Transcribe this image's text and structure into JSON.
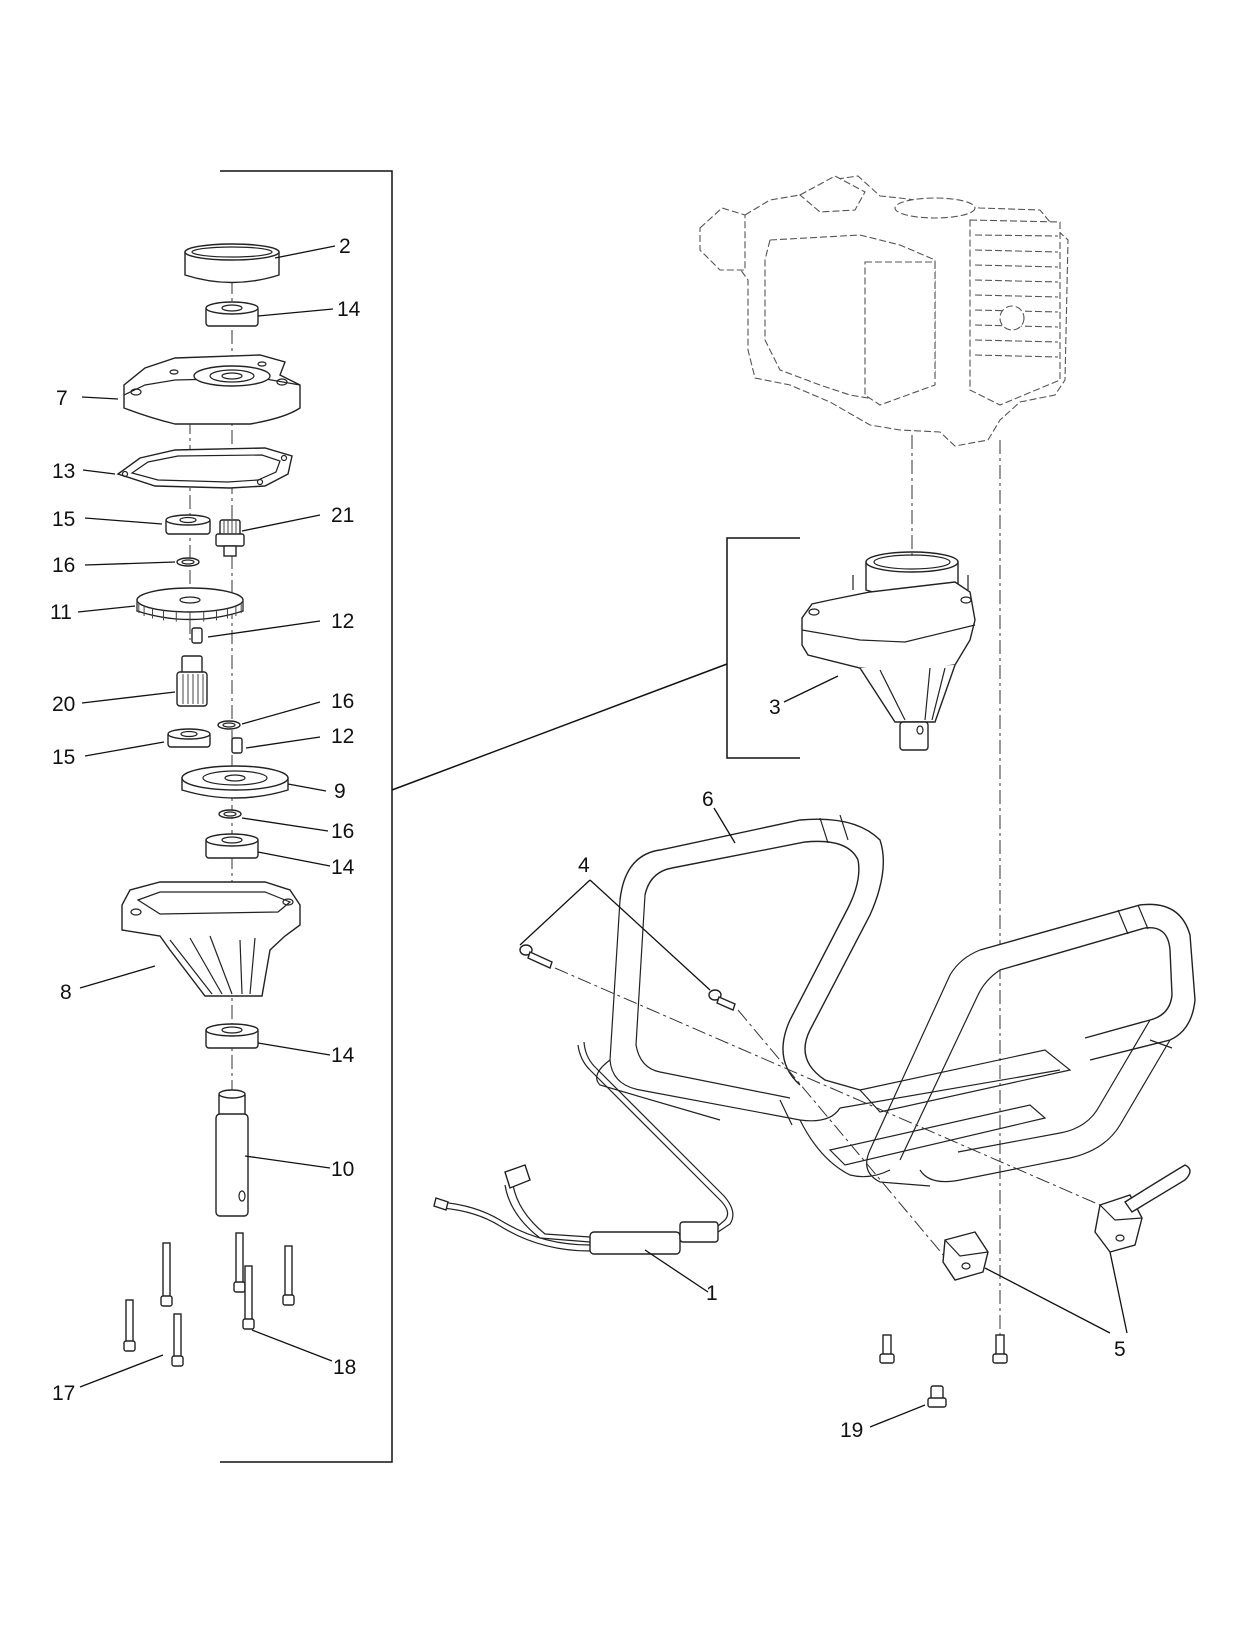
{
  "callouts": {
    "c1": "1",
    "c2": "2",
    "c3": "3",
    "c4": "4",
    "c5": "5",
    "c6": "6",
    "c7": "7",
    "c8": "8",
    "c9": "9",
    "c10": "10",
    "c11": "11",
    "c12a": "12",
    "c12b": "12",
    "c13": "13",
    "c14a": "14",
    "c14b": "14",
    "c14c": "14",
    "c15a": "15",
    "c15b": "15",
    "c16a": "16",
    "c16b": "16",
    "c16c": "16",
    "c17": "17",
    "c18": "18",
    "c19": "19",
    "c20": "20",
    "c21": "21"
  }
}
